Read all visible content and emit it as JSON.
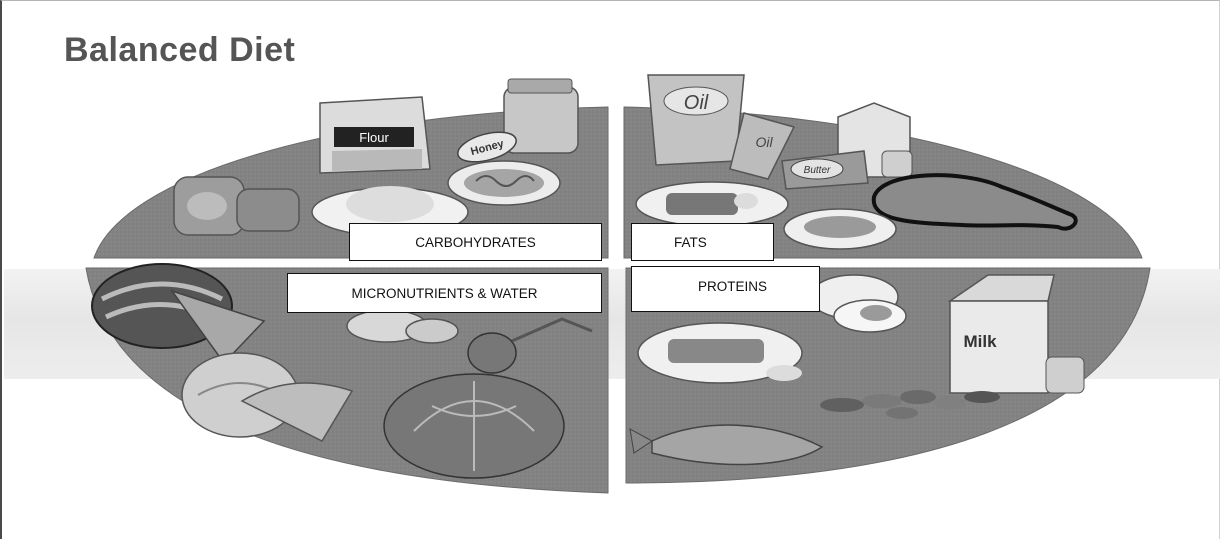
{
  "title": "Balanced Diet",
  "quadrants": [
    {
      "id": "carbohydrates",
      "label": "CARBOHYDRATES"
    },
    {
      "id": "fats",
      "label": "FATS"
    },
    {
      "id": "micronutrients",
      "label": "MICRONUTRIENTS & WATER"
    },
    {
      "id": "proteins",
      "label": "PROTEINS"
    }
  ],
  "food_labels": {
    "flour": "Flour",
    "honey": "Honey",
    "oil": "Oil",
    "oil_small": "Oil",
    "butter": "Butter",
    "milk": "Milk"
  },
  "colors": {
    "plate": "#7f7f7f",
    "plate_rim": "#6e6e6e",
    "title": "#555555"
  }
}
